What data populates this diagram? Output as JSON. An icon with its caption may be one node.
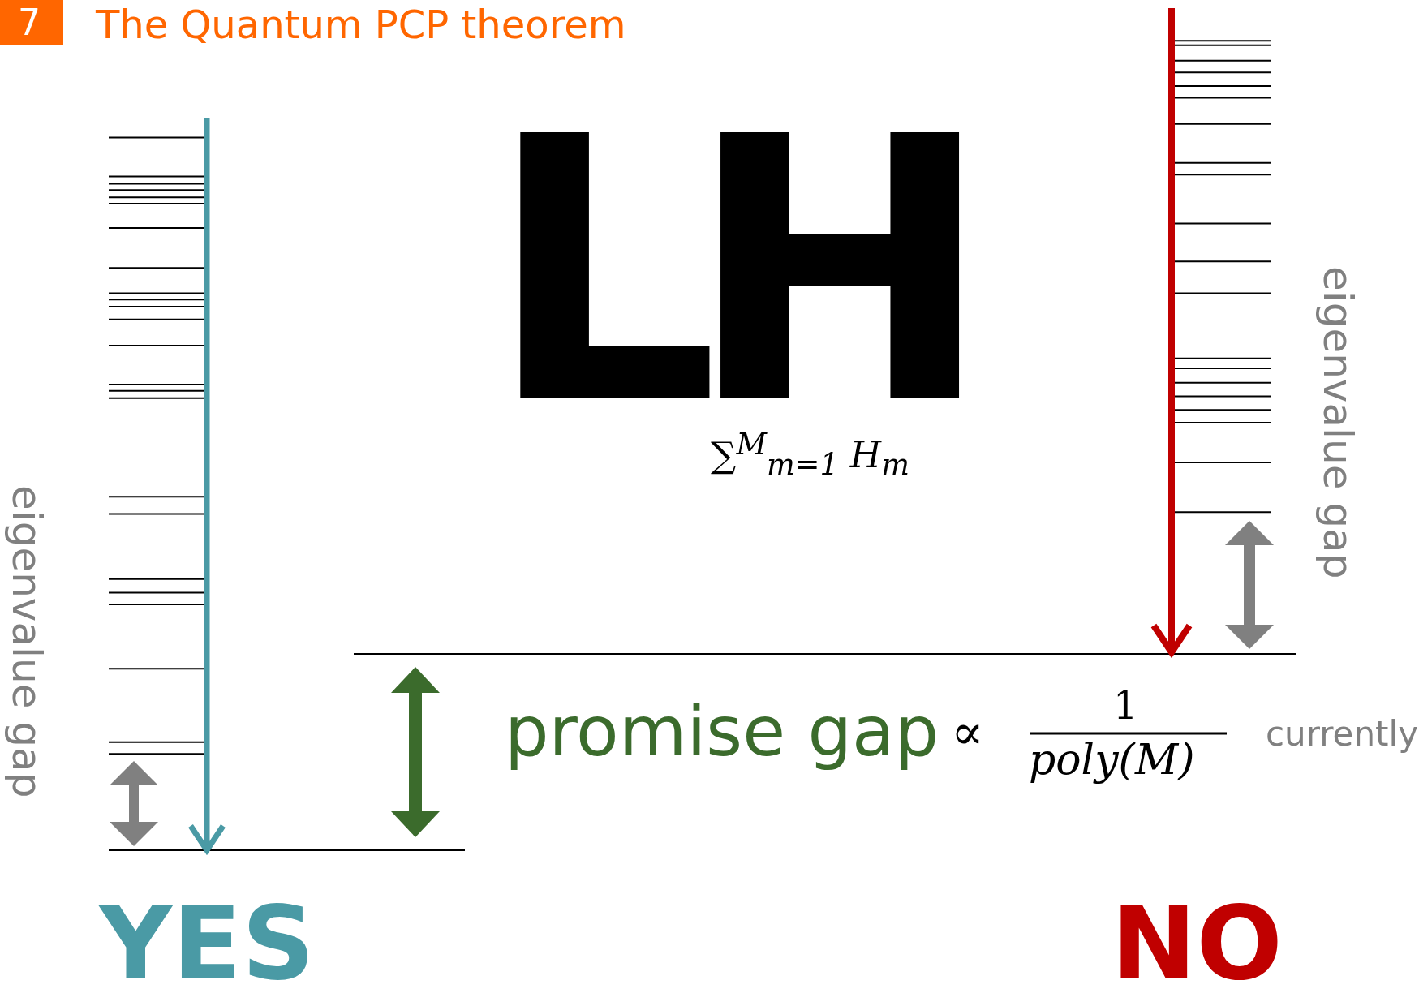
{
  "diagram": {
    "title": "The Quantum PCP theorem",
    "labels": [
      "7",
      "LH",
      "∑$^{M}$$_{m=1}$ H$_{m}$",
      "eigenvalue gap",
      "promise gap",
      "∝",
      "1",
      "poly(M)",
      "currently",
      "eigenvalue gap",
      "YES",
      "NO"
    ]
  }
}
